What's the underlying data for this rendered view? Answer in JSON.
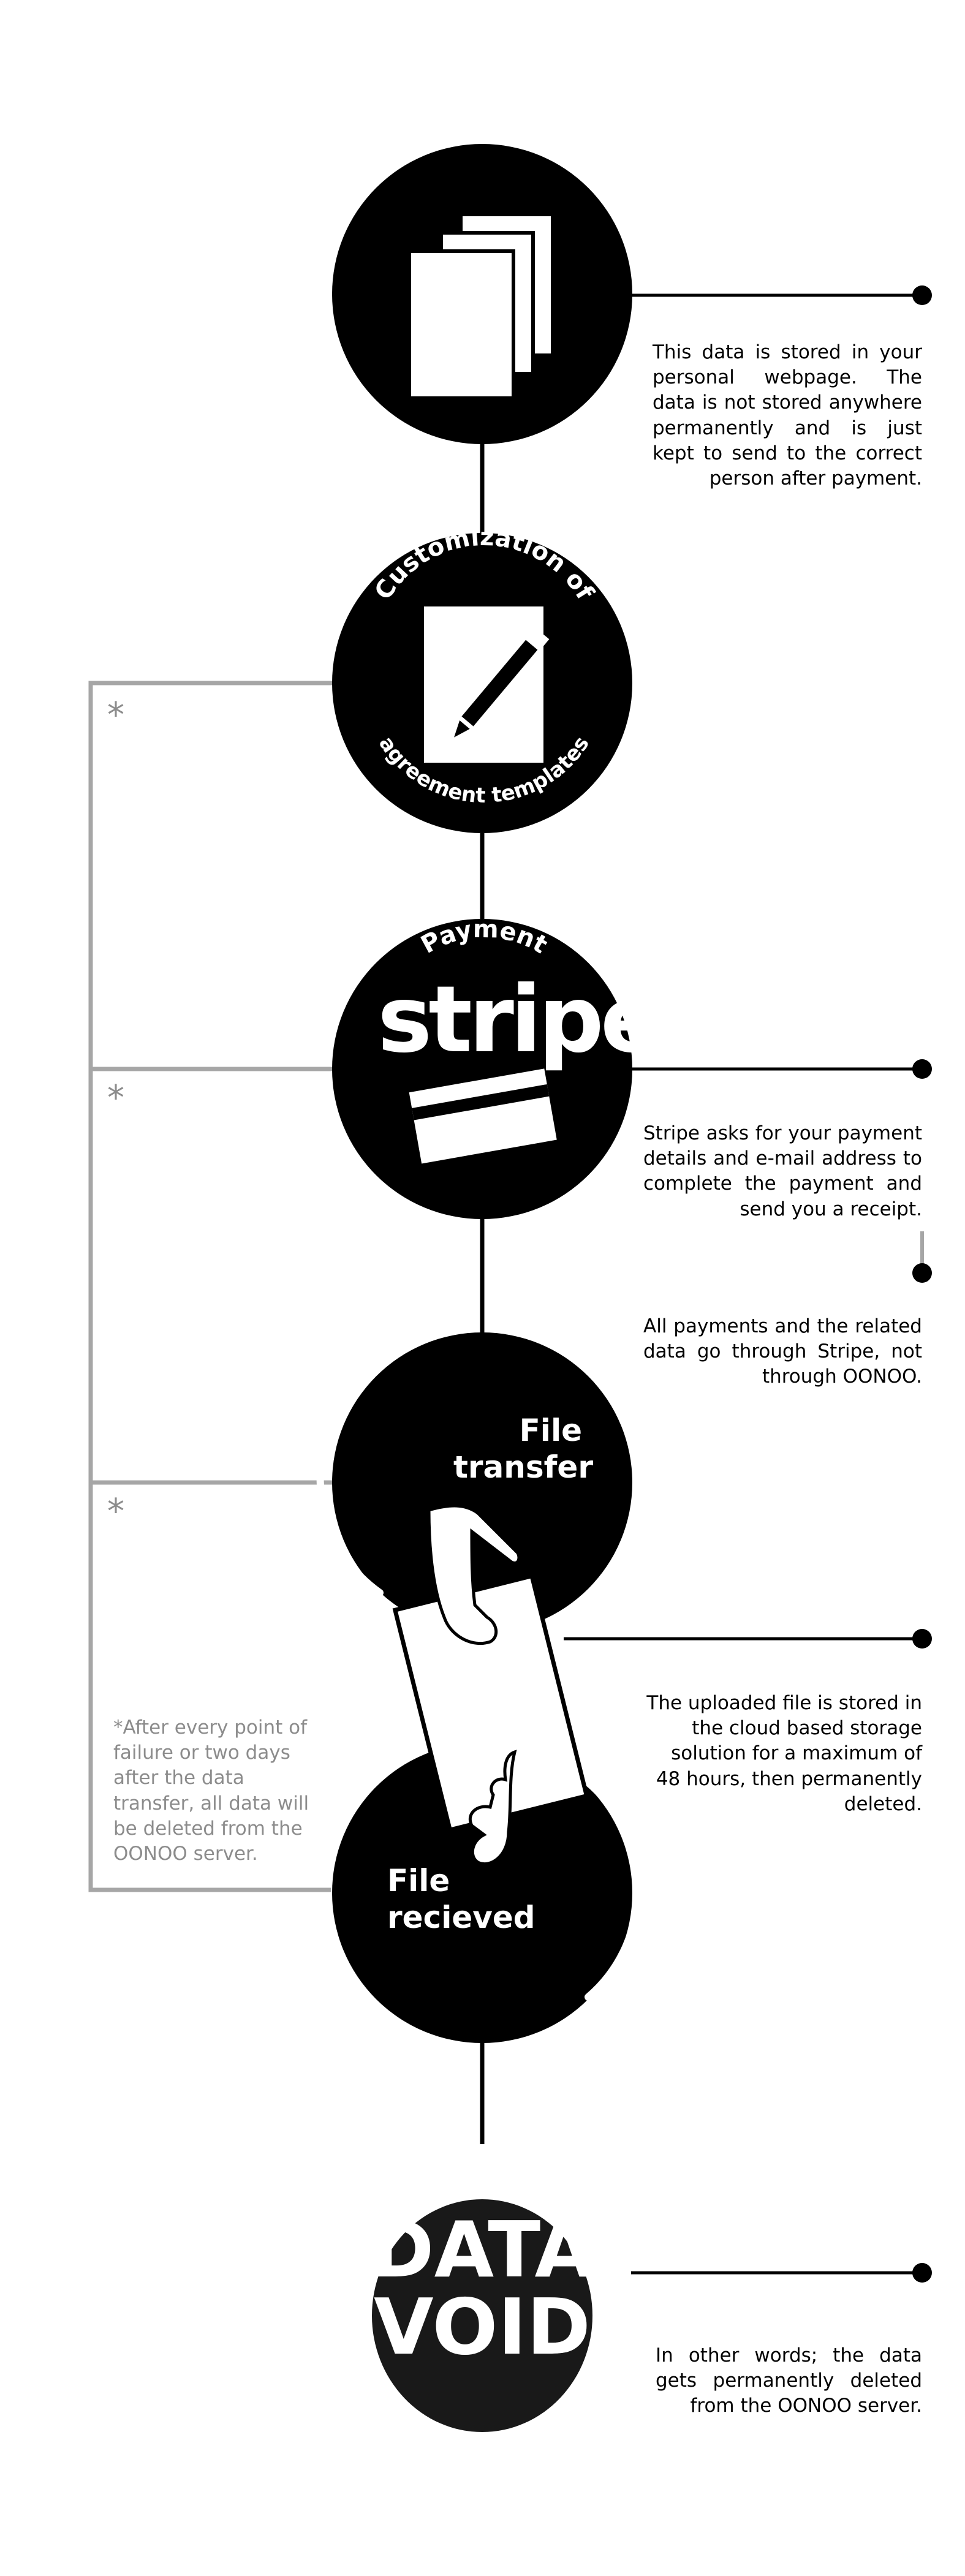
{
  "steps": {
    "data_form": {
      "title": "Data form",
      "note": "This data is stored in your personal webpage. The data is not stored anywhere permanently and is just kept to send to the correct person after payment."
    },
    "customization": {
      "title_top": "Customization of",
      "title_bottom": "agreement templates"
    },
    "payment": {
      "title": "Payment",
      "brand": "stripe",
      "note": "Stripe asks for your payment details and e-mail address to complete the payment and send you a receipt.",
      "note2": "All payments and the related data go through Stripe, not through OONOO."
    },
    "file_transfer": {
      "title_line1": "File",
      "title_line2": "transfer",
      "note": "The uploaded file is stored in the cloud based storage solution for a maximum of 48 hours, then permanently deleted."
    },
    "file_received": {
      "title_line1": "File",
      "title_line2": "recieved"
    },
    "data_void": {
      "title_line1": "DATA",
      "title_line2": "VOID",
      "note": "In other words; the data gets permanently deleted from the OONOO server."
    }
  },
  "deletion_note": {
    "asterisk": "*",
    "text": "*After every point of failure or two days after the data transfer, all data will be deleted from the OONOO server."
  },
  "colors": {
    "ink": "#000000",
    "paper": "#ffffff",
    "bracket": "#a6a6a6"
  }
}
